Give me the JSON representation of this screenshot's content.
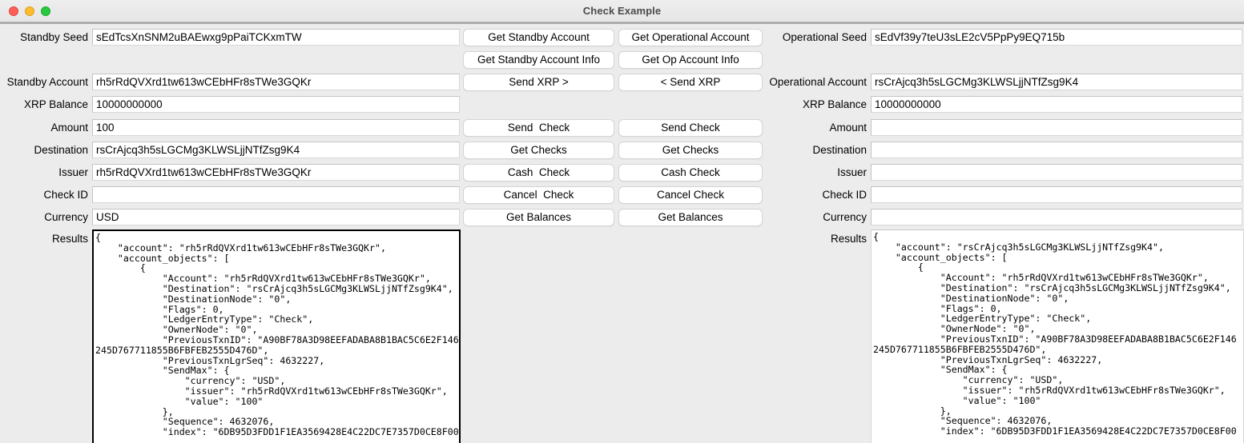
{
  "window": {
    "title": "Check Example",
    "traffic_lights": [
      {
        "name": "close-button",
        "color": "#ff5f57"
      },
      {
        "name": "minimize-button",
        "color": "#febc2e"
      },
      {
        "name": "maximize-button",
        "color": "#28c840"
      }
    ]
  },
  "standby": {
    "seed": {
      "label": "Standby Seed",
      "value": "sEdTcsXnSNM2uBAEwxg9pPaiTCKxmTW"
    },
    "account": {
      "label": "Standby Account",
      "value": "rh5rRdQVXrd1tw613wCEbHFr8sTWe3GQKr"
    },
    "xrp_balance": {
      "label": "XRP Balance",
      "value": "10000000000"
    },
    "amount": {
      "label": "Amount",
      "value": "100"
    },
    "destination": {
      "label": "Destination",
      "value": "rsCrAjcq3h5sLGCMg3KLWSLjjNTfZsg9K4"
    },
    "issuer": {
      "label": "Issuer",
      "value": "rh5rRdQVXrd1tw613wCEbHFr8sTWe3GQKr"
    },
    "check_id": {
      "label": "Check ID",
      "value": ""
    },
    "currency": {
      "label": "Currency",
      "value": "USD"
    },
    "results": {
      "label": "Results",
      "value": "{\n    \"account\": \"rh5rRdQVXrd1tw613wCEbHFr8sTWe3GQKr\",\n    \"account_objects\": [\n        {\n            \"Account\": \"rh5rRdQVXrd1tw613wCEbHFr8sTWe3GQKr\",\n            \"Destination\": \"rsCrAjcq3h5sLGCMg3KLWSLjjNTfZsg9K4\",\n            \"DestinationNode\": \"0\",\n            \"Flags\": 0,\n            \"LedgerEntryType\": \"Check\",\n            \"OwnerNode\": \"0\",\n            \"PreviousTxnID\": \"A90BF78A3D98EEFADABA8B1BAC5C6E2F146\n245D767711855B6FBFEB2555D476D\",\n            \"PreviousTxnLgrSeq\": 4632227,\n            \"SendMax\": {\n                \"currency\": \"USD\",\n                \"issuer\": \"rh5rRdQVXrd1tw613wCEbHFr8sTWe3GQKr\",\n                \"value\": \"100\"\n            },\n            \"Sequence\": 4632076,\n            \"index\": \"6DB95D3FDD1F1EA3569428E4C22DC7E7357D0CE8F00"
    }
  },
  "operational": {
    "seed": {
      "label": "Operational Seed",
      "value": "sEdVf39y7teU3sLE2cV5PpPy9EQ715b"
    },
    "account": {
      "label": "Operational Account",
      "value": "rsCrAjcq3h5sLGCMg3KLWSLjjNTfZsg9K4"
    },
    "xrp_balance": {
      "label": "XRP Balance",
      "value": "10000000000"
    },
    "amount": {
      "label": "Amount",
      "value": ""
    },
    "destination": {
      "label": "Destination",
      "value": ""
    },
    "issuer": {
      "label": "Issuer",
      "value": ""
    },
    "check_id": {
      "label": "Check ID",
      "value": ""
    },
    "currency": {
      "label": "Currency",
      "value": ""
    },
    "results": {
      "label": "Results",
      "value": "{\n    \"account\": \"rsCrAjcq3h5sLGCMg3KLWSLjjNTfZsg9K4\",\n    \"account_objects\": [\n        {\n            \"Account\": \"rh5rRdQVXrd1tw613wCEbHFr8sTWe3GQKr\",\n            \"Destination\": \"rsCrAjcq3h5sLGCMg3KLWSLjjNTfZsg9K4\",\n            \"DestinationNode\": \"0\",\n            \"Flags\": 0,\n            \"LedgerEntryType\": \"Check\",\n            \"OwnerNode\": \"0\",\n            \"PreviousTxnID\": \"A90BF78A3D98EEFADABA8B1BAC5C6E2F146\n245D767711855B6FBFEB2555D476D\",\n            \"PreviousTxnLgrSeq\": 4632227,\n            \"SendMax\": {\n                \"currency\": \"USD\",\n                \"issuer\": \"rh5rRdQVXrd1tw613wCEbHFr8sTWe3GQKr\",\n                \"value\": \"100\"\n            },\n            \"Sequence\": 4632076,\n            \"index\": \"6DB95D3FDD1F1EA3569428E4C22DC7E7357D0CE8F00"
    }
  },
  "buttons": {
    "col_left": [
      "Get Standby Account",
      "Get Standby Account Info",
      "Send XRP >",
      "Send  Check",
      "Get Checks",
      "Cash  Check",
      "Cancel  Check",
      "Get Balances"
    ],
    "col_right": [
      "Get Operational Account",
      "Get Op Account Info",
      "< Send XRP",
      "Send Check",
      "Get Checks",
      "Cash Check",
      "Cancel Check",
      "Get Balances"
    ]
  }
}
